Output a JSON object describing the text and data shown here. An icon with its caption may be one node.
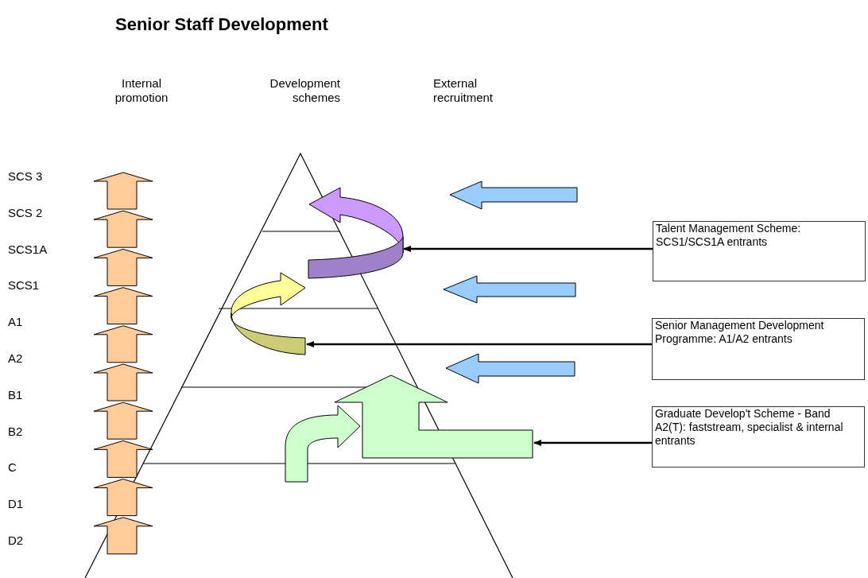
{
  "diagram": {
    "title": "Senior Staff Development",
    "nodes": [
      {
        "text": [
          "Talent Management Scheme: SCS1/SCS1A entrants"
        ]
      },
      {
        "text": [
          "Senior Management Development Programme: A1/A2 entrants"
        ]
      },
      {
        "text": [
          "Graduate Develop't Scheme - Band A2(T): faststream, specialist & internal entrants"
        ]
      },
      {
        "text": [],
        "shape": "arrow"
      },
      {
        "text": [],
        "shape": "arrow"
      },
      {
        "text": [],
        "shape": "arrow"
      }
    ],
    "edges": [
      {
        "from": 0,
        "to": 3,
        "arrow": "to"
      },
      {
        "from": 1,
        "to": 4,
        "arrow": "to"
      },
      {
        "from": 2,
        "to": 5,
        "arrow": "to"
      }
    ],
    "labels": [
      "Internal promotion",
      "Development schemes",
      "External recruitment",
      "SCS 3",
      "SCS 2",
      "SCS1A",
      "SCS1",
      "A1",
      "A2",
      "B1",
      "B2",
      "C",
      "D1",
      "D2"
    ]
  }
}
